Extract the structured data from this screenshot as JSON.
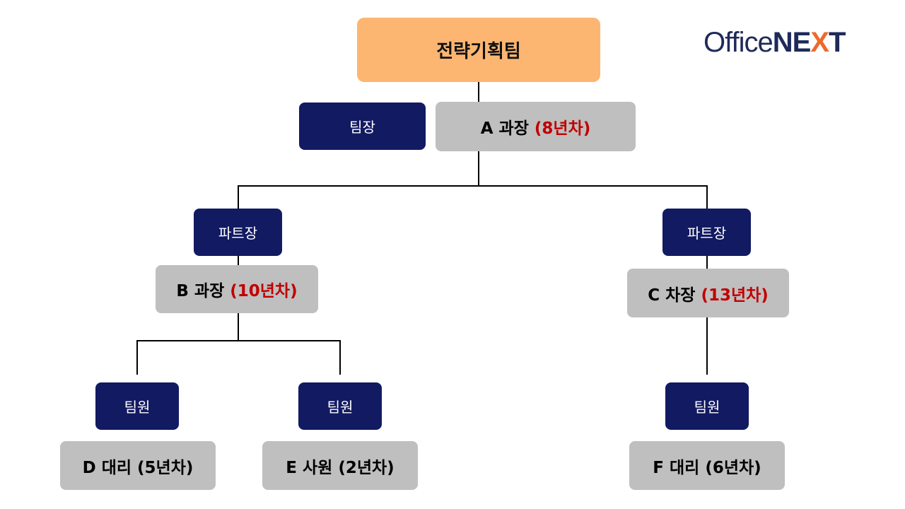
{
  "logo": {
    "part1": "Office",
    "part2a": "NE",
    "part2x": "X",
    "part2b": "T"
  },
  "department": "전략기획팀",
  "leader": {
    "role": "팀장",
    "name": "A 과장",
    "tenure": "(8년차)"
  },
  "parts": [
    {
      "role": "파트장",
      "name": "B 과장",
      "tenure": "(10년차)"
    },
    {
      "role": "파트장",
      "name": "C 차장",
      "tenure": "(13년차)"
    }
  ],
  "members": [
    {
      "role": "팀원",
      "name": "D 대리 (5년차)"
    },
    {
      "role": "팀원",
      "name": "E 사원 (2년차)"
    },
    {
      "role": "팀원",
      "name": "F 대리 (6년차)"
    }
  ],
  "colors": {
    "department": "#fcb671",
    "role": "#121a62",
    "person": "#bfbfbf",
    "tenure": "#c00000"
  }
}
